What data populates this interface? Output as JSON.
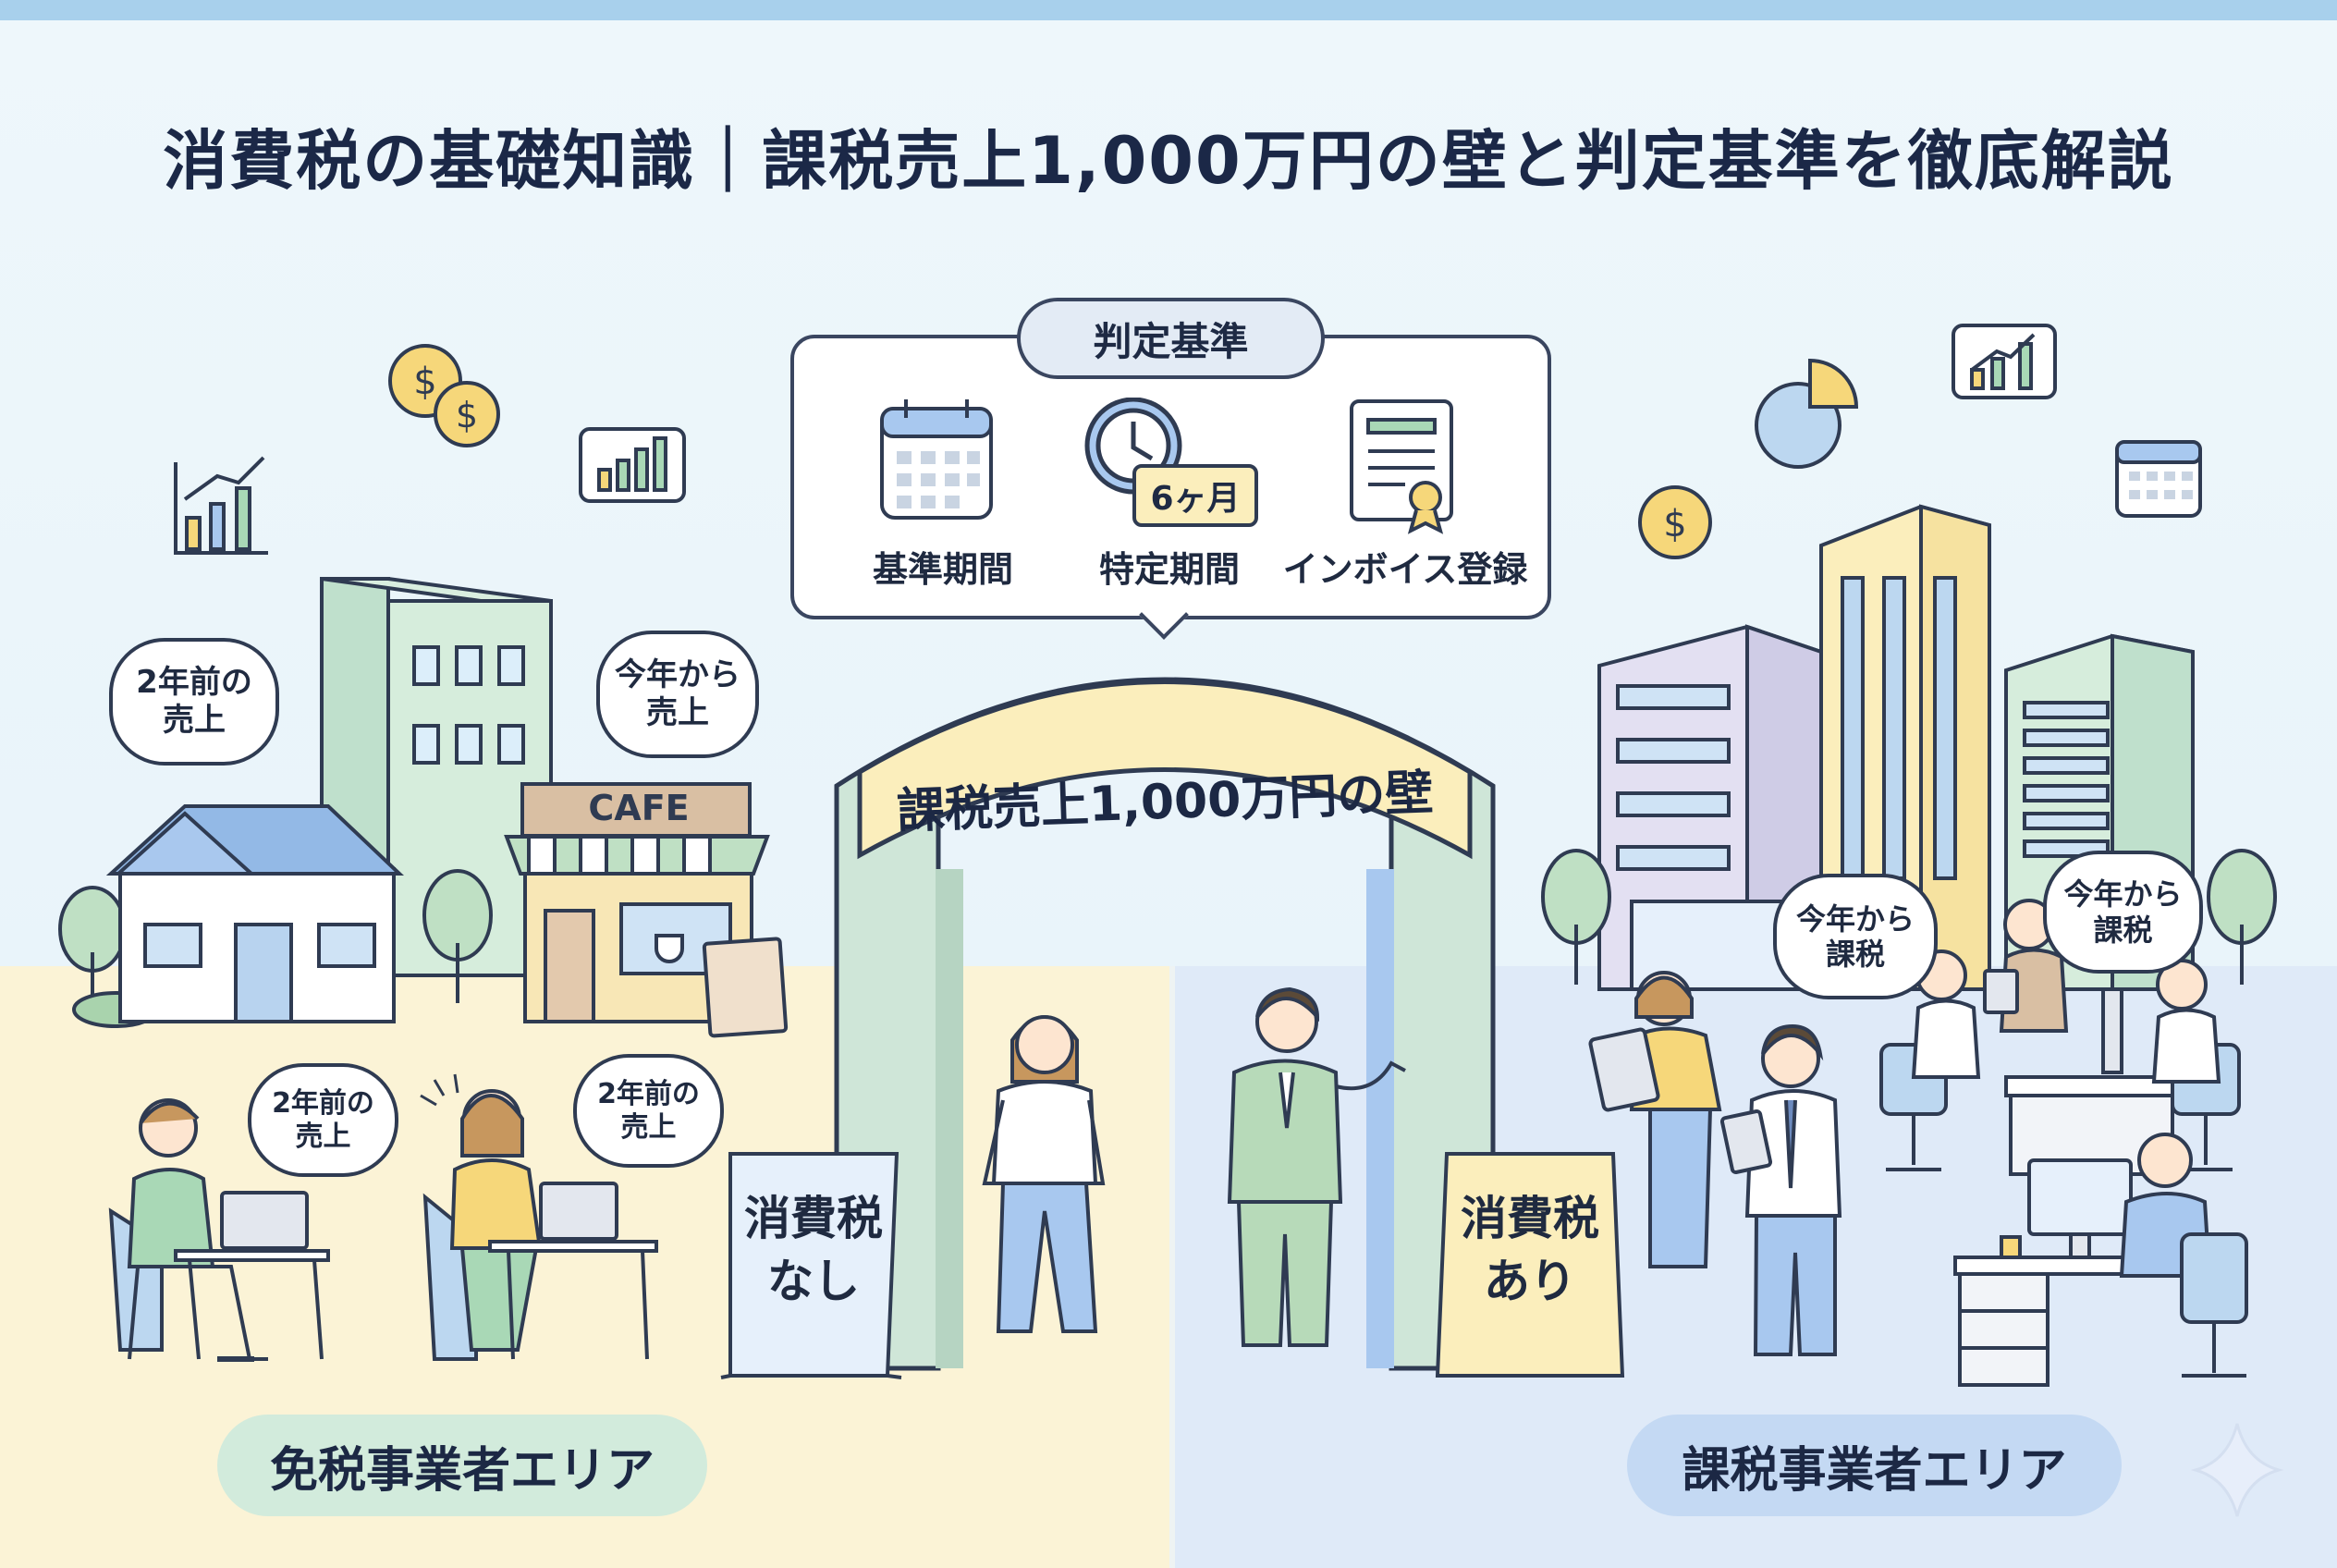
{
  "title": "消費税の基礎知識｜課税売上1,000万円の壁と判定基準を徹底解説",
  "criteria": {
    "heading": "判定基準",
    "items": [
      {
        "icon": "calendar-icon",
        "label": "基準期間"
      },
      {
        "icon": "clock-icon",
        "label": "特定期間",
        "badge": "6ヶ月"
      },
      {
        "icon": "document-certificate-icon",
        "label": "インボイス登録"
      }
    ]
  },
  "arch": {
    "banner": "課税売上1,000万円の壁"
  },
  "left": {
    "bubbles": [
      "2年前の\n売上",
      "今年から\n売上",
      "2年前の\n売上",
      "2年前の\n売上"
    ],
    "shop_sign": "CAFE",
    "sign": "消費税\nなし",
    "area_label": "免税事業者エリア"
  },
  "right": {
    "bubbles": [
      "今年から\n課税",
      "今年から\n課税"
    ],
    "sign": "消費税\nあり",
    "area_label": "課税事業者エリア"
  },
  "colors": {
    "left_bg": "#fbf3d6",
    "right_bg": "#dfeaf8",
    "top_bar": "#a8d0ec",
    "arch": "#cfe6d8",
    "banner": "#fbeebc",
    "left_label_bg": "#d2ebdc",
    "right_label_bg": "#c4d9f3"
  }
}
